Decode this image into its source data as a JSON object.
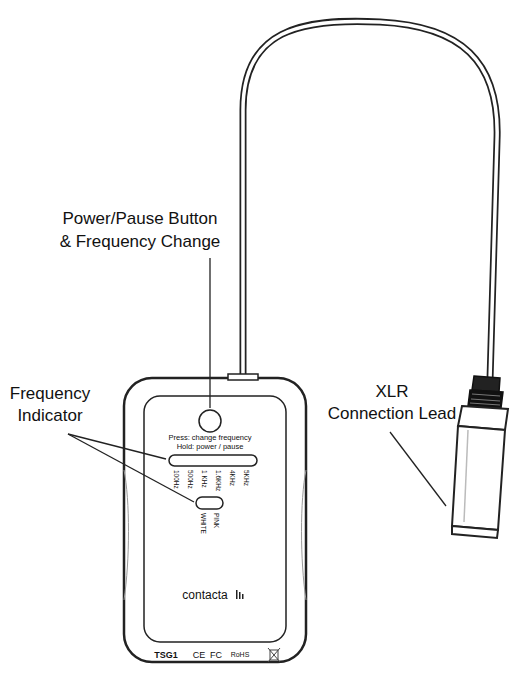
{
  "diagram": {
    "labels": [
      "Power/Pause Button",
      "& Frequency Change",
      "Frequency",
      "Indicator",
      "XLR",
      "Connection Lead",
      "Press: change frequency",
      "Hold: power / pause",
      "100Hz",
      "500Hz",
      "1 KHz",
      "1.6KHz",
      "4KHz",
      "5KHz",
      "WHITE",
      "PINK",
      "contacta",
      "TSG1",
      "CE",
      "FC",
      "RoHS"
    ]
  }
}
